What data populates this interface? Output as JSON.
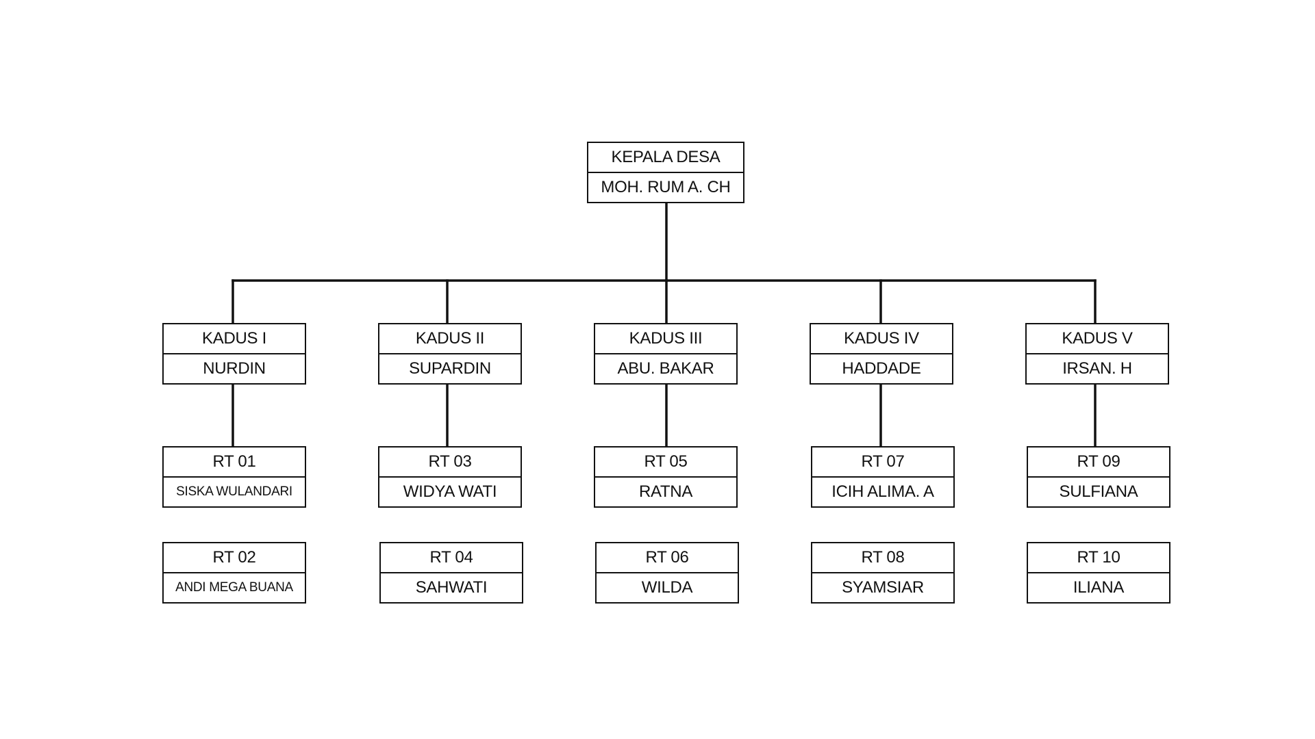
{
  "org_chart": {
    "head": {
      "role": "KEPALA DESA",
      "name": "MOH. RUM A. CH"
    },
    "kadus": [
      {
        "role": "KADUS I",
        "name": "NURDIN",
        "rt": [
          {
            "role": "RT 01",
            "name": "SISKA WULANDARI"
          },
          {
            "role": "RT 02",
            "name": "ANDI MEGA BUANA"
          }
        ]
      },
      {
        "role": "KADUS II",
        "name": "SUPARDIN",
        "rt": [
          {
            "role": "RT 03",
            "name": "WIDYA WATI"
          },
          {
            "role": "RT 04",
            "name": "SAHWATI"
          }
        ]
      },
      {
        "role": "KADUS III",
        "name": "ABU. BAKAR",
        "rt": [
          {
            "role": "RT 05",
            "name": "RATNA"
          },
          {
            "role": "RT 06",
            "name": "WILDA"
          }
        ]
      },
      {
        "role": "KADUS IV",
        "name": "HADDADE",
        "rt": [
          {
            "role": "RT 07",
            "name": "ICIH ALIMA. A"
          },
          {
            "role": "RT 08",
            "name": "SYAMSIAR"
          }
        ]
      },
      {
        "role": "KADUS V",
        "name": "IRSAN. H",
        "rt": [
          {
            "role": "RT 09",
            "name": "SULFIANA"
          },
          {
            "role": "RT 10",
            "name": "ILIANA"
          }
        ]
      }
    ]
  }
}
